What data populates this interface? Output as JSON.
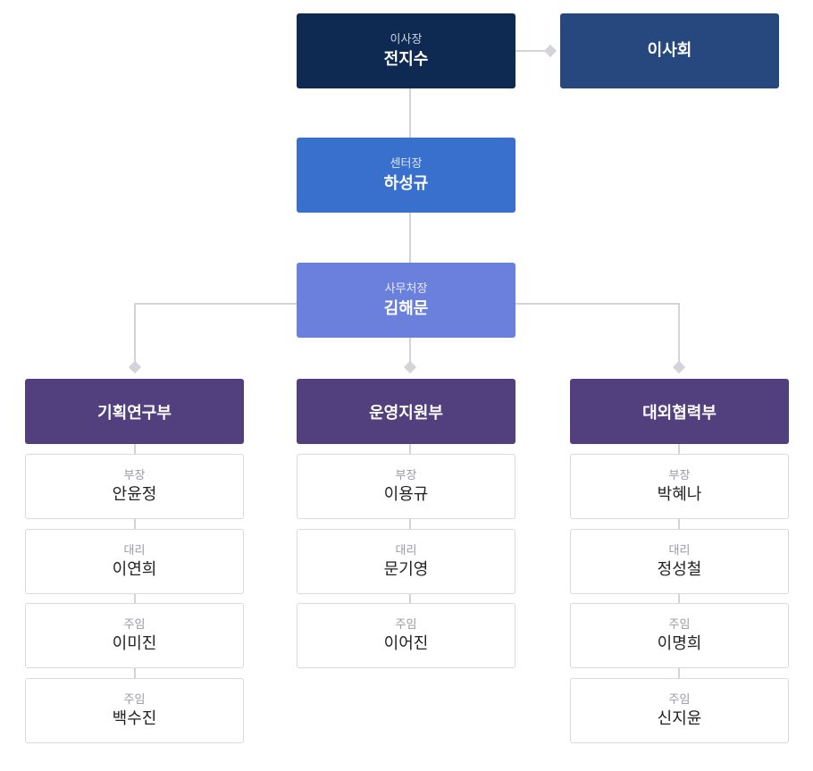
{
  "top": {
    "chair": {
      "role": "이사장",
      "name": "전지수"
    },
    "board": {
      "name": "이사회"
    },
    "director": {
      "role": "센터장",
      "name": "하성규"
    },
    "secretary": {
      "role": "사무처장",
      "name": "김해문"
    }
  },
  "departments": [
    {
      "name": "기획연구부",
      "members": [
        {
          "role": "부장",
          "name": "안윤정"
        },
        {
          "role": "대리",
          "name": "이연희"
        },
        {
          "role": "주임",
          "name": "이미진"
        },
        {
          "role": "주임",
          "name": "백수진"
        }
      ]
    },
    {
      "name": "운영지원부",
      "members": [
        {
          "role": "부장",
          "name": "이용규"
        },
        {
          "role": "대리",
          "name": "문기영"
        },
        {
          "role": "주임",
          "name": "이어진"
        }
      ]
    },
    {
      "name": "대외협력부",
      "members": [
        {
          "role": "부장",
          "name": "박혜나"
        },
        {
          "role": "대리",
          "name": "정성철"
        },
        {
          "role": "주임",
          "name": "이명희"
        },
        {
          "role": "주임",
          "name": "신지윤"
        }
      ]
    }
  ],
  "colors": {
    "chair": "#0e2a52",
    "board": "#26487f",
    "director": "#3a70cd",
    "secretary": "#6b80dd",
    "department": "#523f7d",
    "connector": "#d4d4d8"
  }
}
